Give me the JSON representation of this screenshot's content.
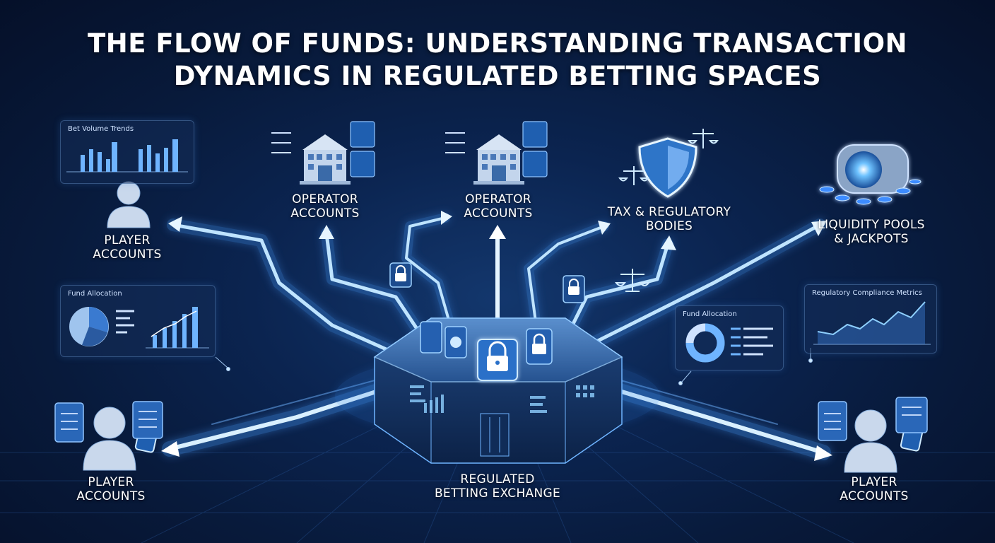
{
  "title": {
    "line1": "THE FLOW OF FUNDS: UNDERSTANDING TRANSACTION",
    "line2": "DYNAMICS IN REGULATED BETTING SPACES"
  },
  "nodes": {
    "player_top_left": {
      "line1": "PLAYER",
      "line2": "ACCOUNTS"
    },
    "operator_1": {
      "line1": "OPERATOR",
      "line2": "ACCOUNTS"
    },
    "operator_2": {
      "line1": "OPERATOR",
      "line2": "ACCOUNTS"
    },
    "tax_regulatory": {
      "line1": "TAX & REGULATORY",
      "line2": "BODIES"
    },
    "liquidity": {
      "line1": "LIQUIDITY POOLS",
      "line2": "& JACKPOTS"
    },
    "player_bottom_left": {
      "line1": "PLAYER",
      "line2": "ACCOUNTS"
    },
    "player_bottom_right": {
      "line1": "PLAYER",
      "line2": "ACCOUNTS"
    },
    "exchange": {
      "line1": "REGULATED",
      "line2": "BETTING EXCHANGE"
    }
  },
  "panels": {
    "bet_volume": {
      "title": "Bet Volume Trends"
    },
    "fund_allocation_left": {
      "title": "Fund Allocation"
    },
    "fund_allocation_right": {
      "title": "Fund Allocation"
    },
    "compliance": {
      "title": "Regulatory Compliance Metrics"
    }
  },
  "colors": {
    "flow": "#8fd0ff",
    "accent": "#3d8cff",
    "background": "#081a3b"
  },
  "icons": [
    "person-icon",
    "bank-icon",
    "shield-icon",
    "scales-icon",
    "vault-icon",
    "lock-icon",
    "phone-icon",
    "document-icon"
  ]
}
